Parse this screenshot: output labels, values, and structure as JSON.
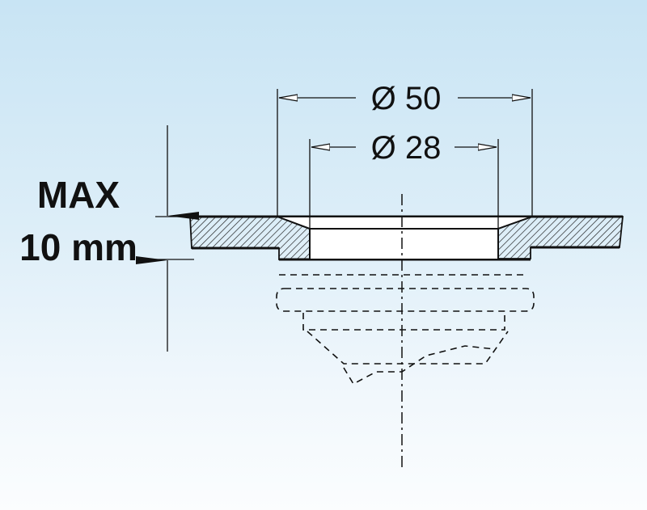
{
  "dimensions": {
    "outer_diameter": "Ø 50",
    "inner_diameter": "Ø 28"
  },
  "thickness": {
    "line1": "MAX",
    "line2": "10 mm"
  },
  "colors": {
    "ink": "#111111",
    "background_top": "#c8e4f4",
    "background_bottom": "#fbfdfe"
  }
}
